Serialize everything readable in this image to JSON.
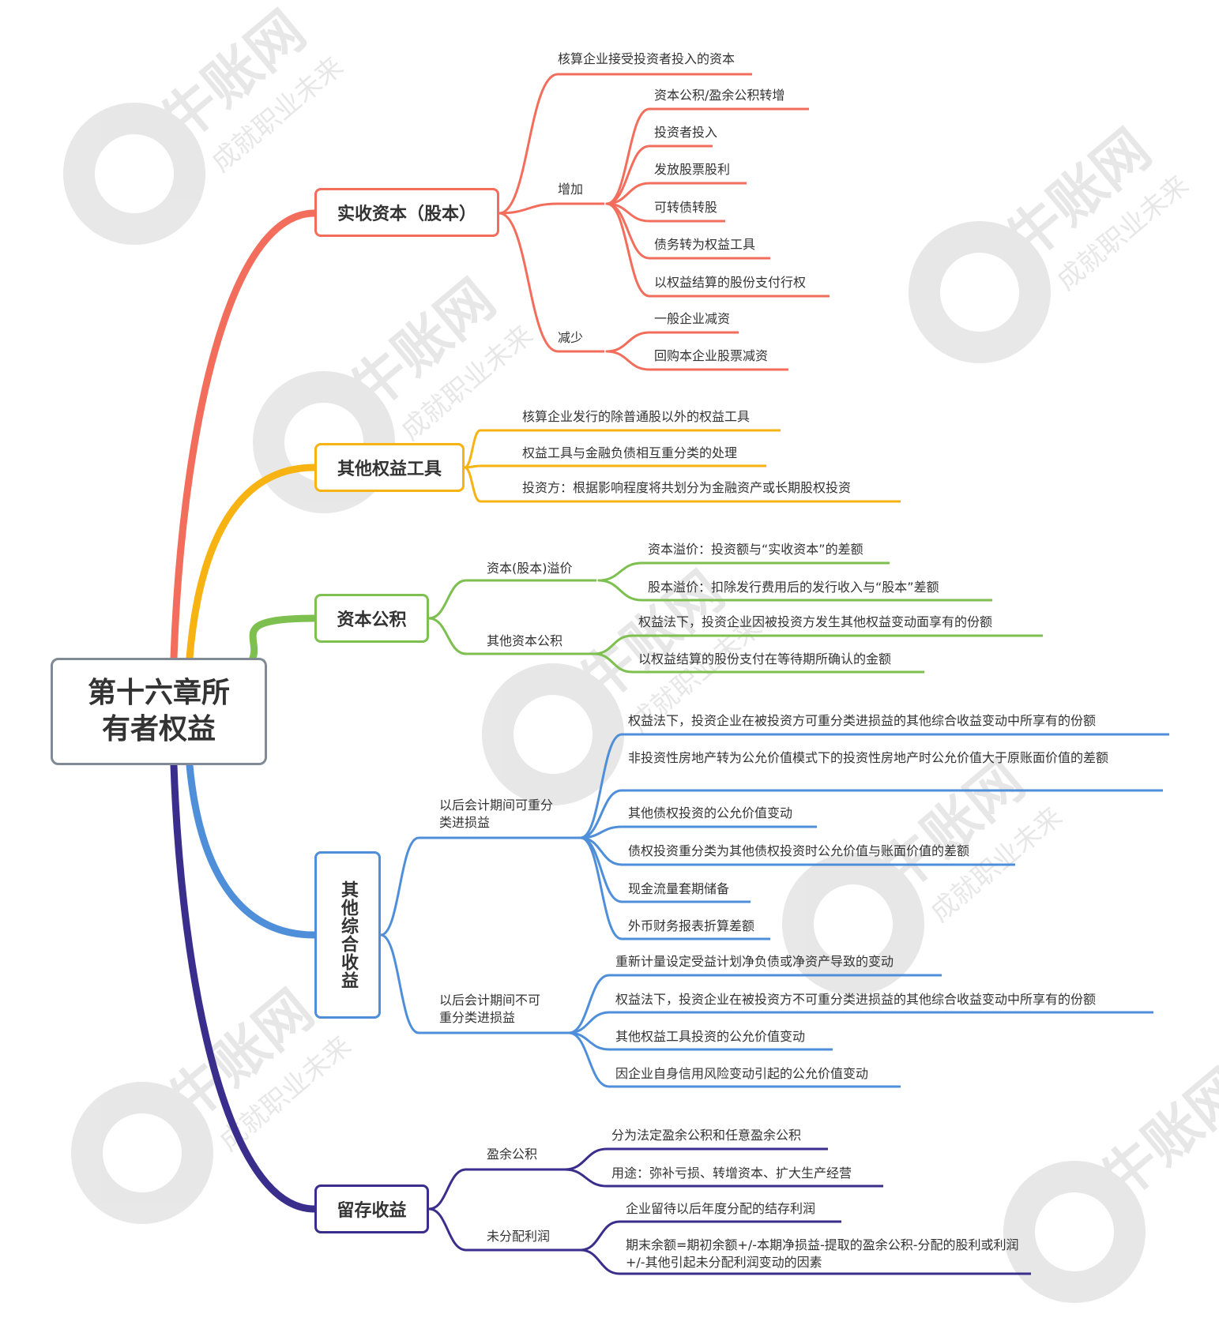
{
  "root": {
    "line1": "第十六章所",
    "line2": "有者权益"
  },
  "watermark": {
    "brand": "牛账网",
    "slogan": "成就职业未来"
  },
  "colors": {
    "paid_in_capital": "#f26d5b",
    "other_equity": "#f6b312",
    "capital_reserve": "#7dc050",
    "oci": "#4f8fd9",
    "retained": "#3a2e8c",
    "root_border": "#7f8a94"
  },
  "branches": {
    "paid_in_capital": {
      "label": "实收资本（股本）",
      "c1": "核算企业接受投资者投入的资本",
      "inc": {
        "label": "增加",
        "items": [
          "资本公积/盈余公积转增",
          "投资者投入",
          "发放股票股利",
          "可转债转股",
          "债务转为权益工具",
          "以权益结算的股份支付行权"
        ]
      },
      "dec": {
        "label": "减少",
        "items": [
          "一般企业减资",
          "回购本企业股票减资"
        ]
      }
    },
    "other_equity": {
      "label": "其他权益工具",
      "items": [
        "核算企业发行的除普通股以外的权益工具",
        "权益工具与金融负债相互重分类的处理",
        "投资方：根据影响程度将共划分为金融资产或长期股权投资"
      ]
    },
    "capital_reserve": {
      "label": "资本公积",
      "premium": {
        "label": "资本(股本)溢价",
        "items": [
          "资本溢价：投资额与“实收资本”的差额",
          "股本溢价：扣除发行费用后的发行收入与“股本”差额"
        ]
      },
      "other": {
        "label": "其他资本公积",
        "items": [
          "权益法下，投资企业因被投资方发生其他权益变动面享有的份额",
          "以权益结算的股份支付在等待期所确认的金额"
        ]
      }
    },
    "oci": {
      "label": "其他综合收益",
      "recl": {
        "label": "以后会计期间可重分类进损益",
        "items": [
          "权益法下，投资企业在被投资方可重分类进损益的其他综合收益变动中所享有的份额",
          "非投资性房地产转为公允价值模式下的投资性房地产时公允价值大于原账面价值的差额",
          "其他债权投资的公允价值变动",
          "债权投资重分类为其他债权投资时公允价值与账面价值的差额",
          "现金流量套期储备",
          "外币财务报表折算差额"
        ]
      },
      "nonrecl": {
        "label": "以后会计期间不可重分类进损益",
        "items": [
          "重新计量设定受益计划净负债或净资产导致的变动",
          "权益法下，投资企业在被投资方不可重分类进损益的其他综合收益变动中所享有的份额",
          "其他权益工具投资的公允价值变动",
          "因企业自身信用风险变动引起的公允价值变动"
        ]
      }
    },
    "retained": {
      "label": "留存收益",
      "surplus": {
        "label": "盈余公积",
        "items": [
          "分为法定盈余公积和任意盈余公积",
          "用途：弥补亏损、转增资本、扩大生产经营"
        ]
      },
      "undist": {
        "label": "未分配利润",
        "items": [
          "企业留待以后年度分配的结存利润",
          "期末余额=期初余额+/-本期净损益-提取的盈余公积-分配的股利或利润+/-其他引起未分配利润变动的因素"
        ]
      }
    }
  }
}
